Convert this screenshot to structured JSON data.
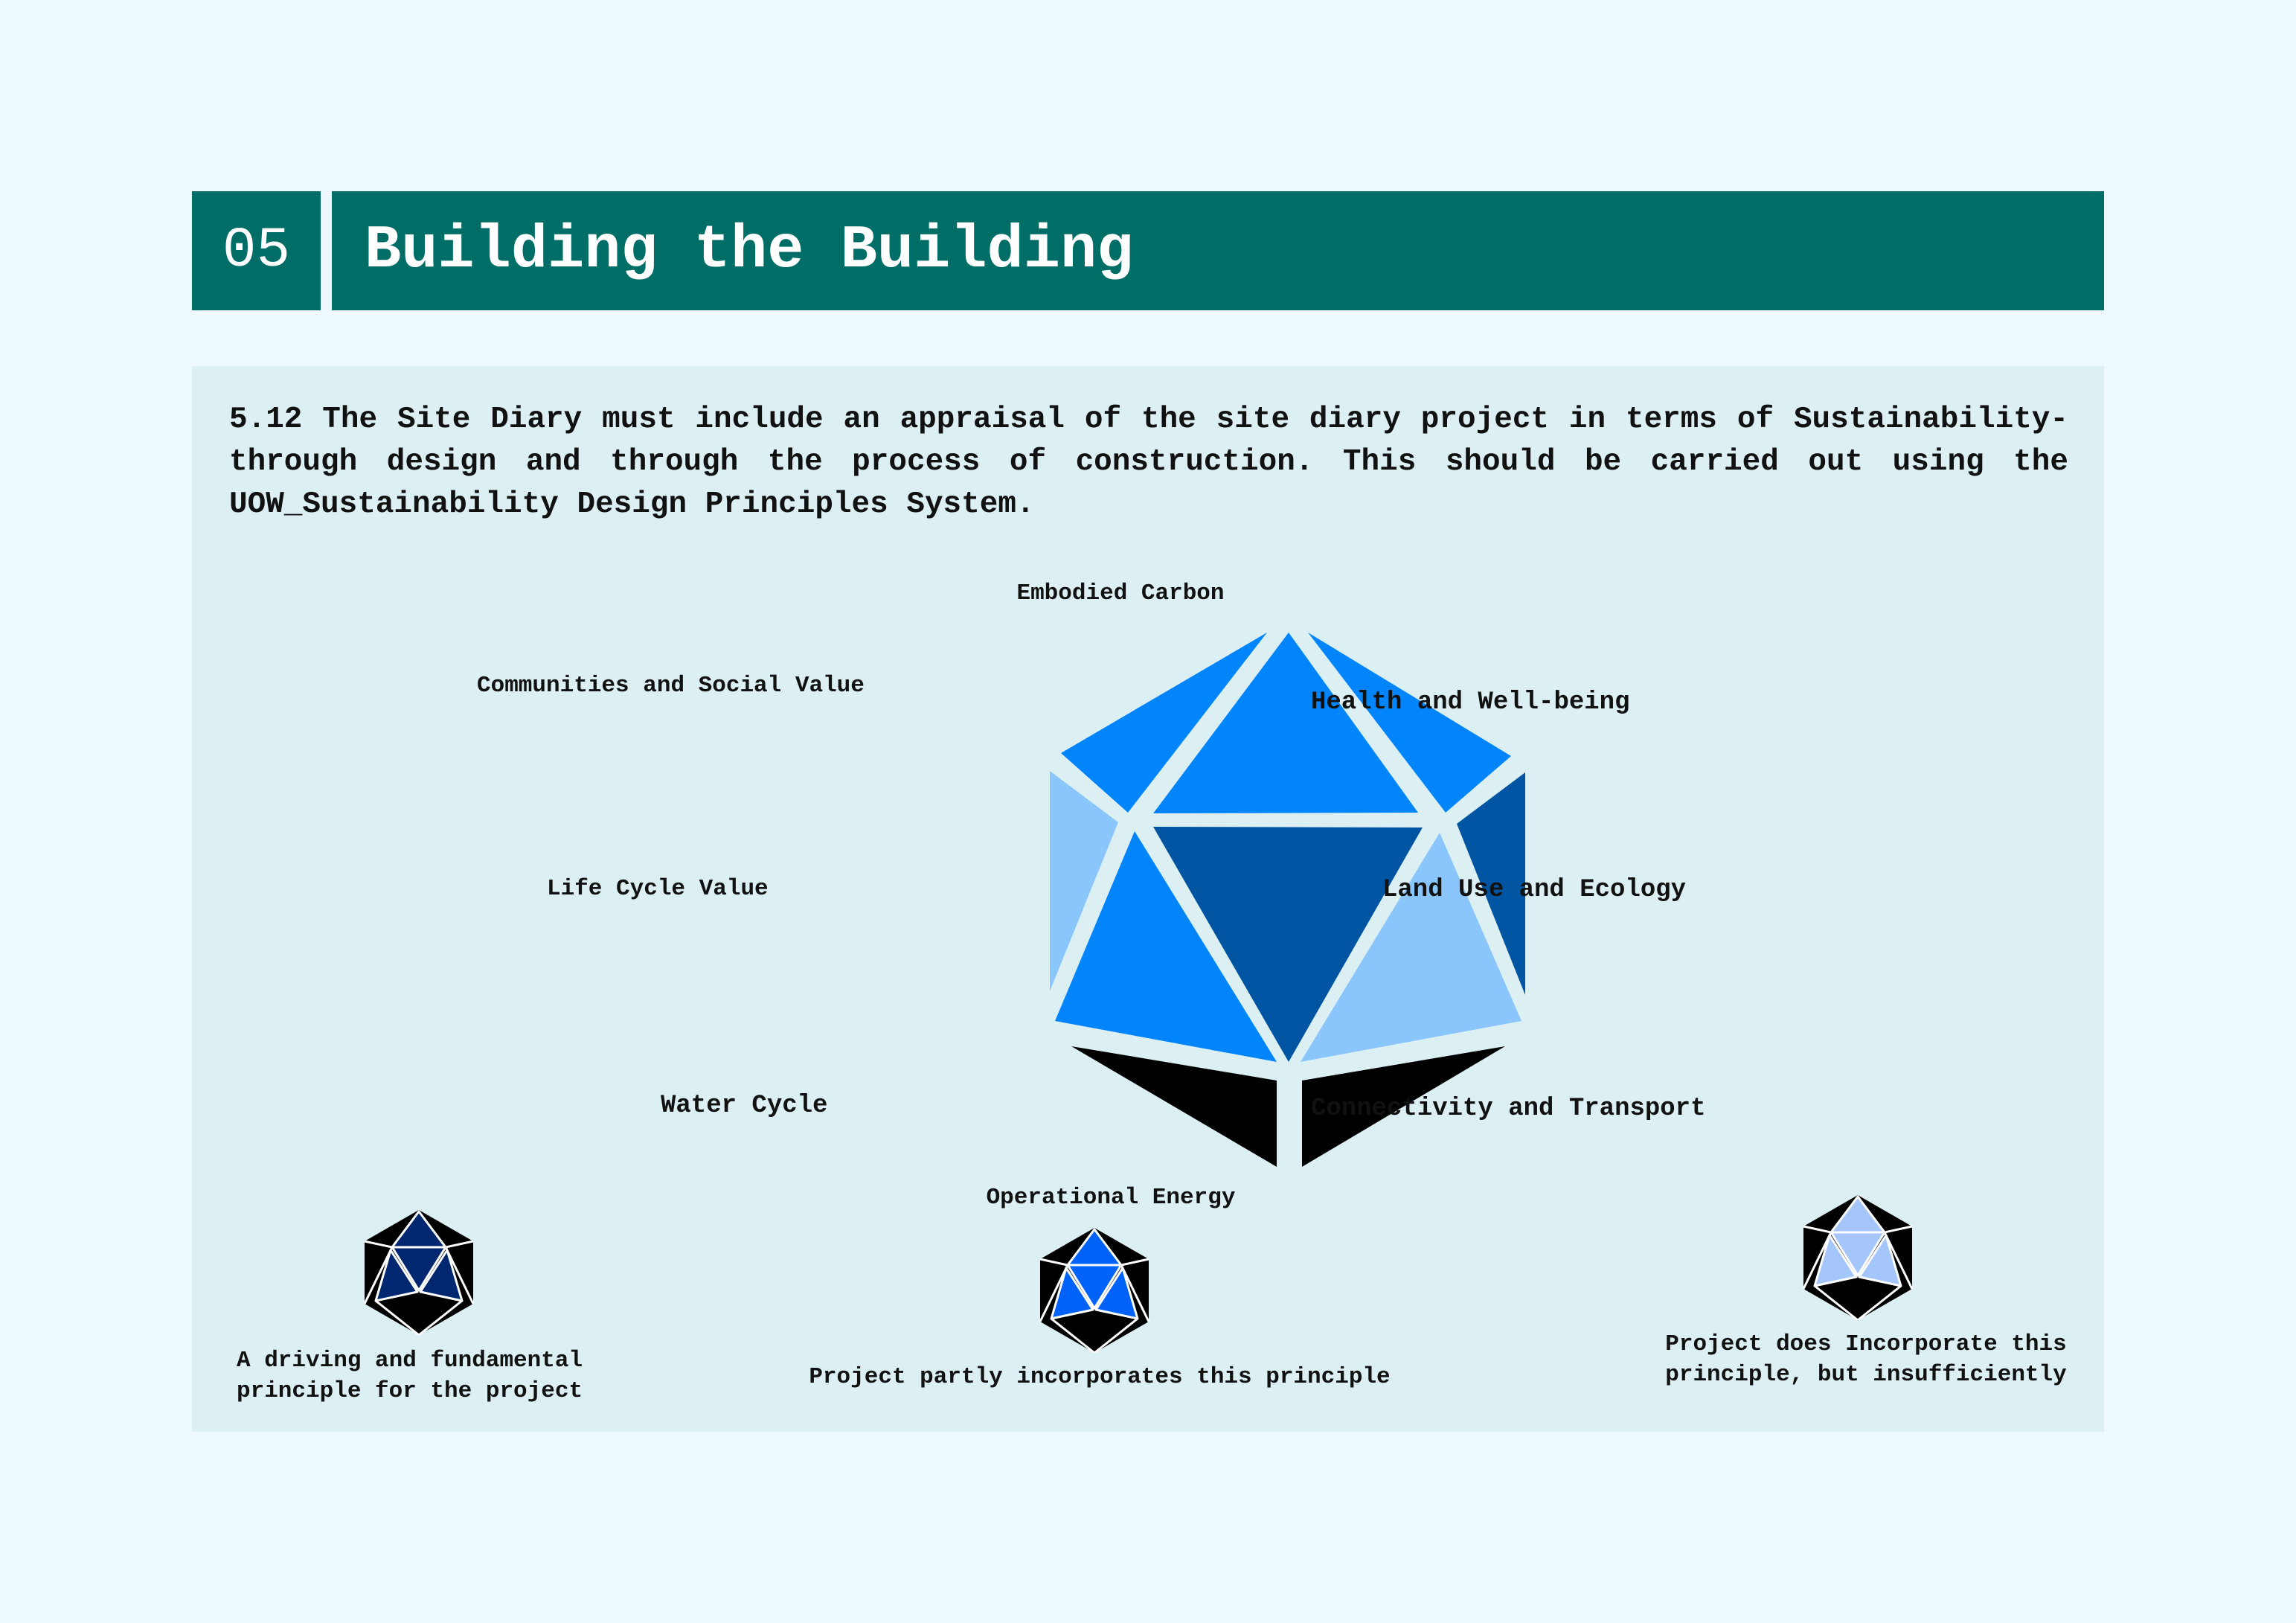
{
  "header": {
    "number": "05",
    "title": "Building the Building"
  },
  "intro_text": "5.12 The Site Diary must include an appraisal of the site diary project in terms of Sustainability- through design and through the process of construction. This should be carried out using the UOW_Sustainability Design Principles System.",
  "diagram": {
    "labels": {
      "embodied_carbon": "Embodied Carbon",
      "communities": "Communities and Social Value",
      "health": "Health and Well-being",
      "life_cycle": "Life Cycle Value",
      "land_use": "Land Use and Ecology",
      "water": "Water Cycle",
      "connectivity": "Connectivity and Transport",
      "operational_energy": "Operational Energy"
    },
    "colors": {
      "bright_blue": "#0284fb",
      "dark_blue": "#0055a3",
      "light_blue": "#8ac6fb",
      "black": "#000000"
    }
  },
  "legend": [
    {
      "line1": "A driving and fundamental",
      "line2": "principle for the project",
      "color": "#00276f"
    },
    {
      "line1": "Project partly incorporates this principle",
      "line2": "",
      "color": "#0162fa"
    },
    {
      "line1": "Project does Incorporate this",
      "line2": "principle, but insufficiently",
      "color": "#a4c6fa"
    }
  ]
}
